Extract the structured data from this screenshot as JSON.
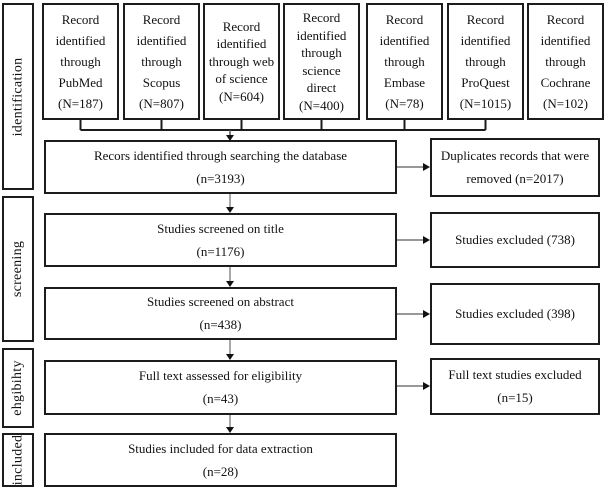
{
  "figure": {
    "sidebar": [
      {
        "label": "identification"
      },
      {
        "label": "screening"
      },
      {
        "label": "ehgibihty"
      },
      {
        "label": "included"
      }
    ],
    "sources": [
      {
        "text": "Record identified through PubMed (N=187)"
      },
      {
        "text": "Record identified through Scopus (N=807)"
      },
      {
        "text": "Record identified through web of science (N=604)"
      },
      {
        "text": "Record identified through science direct (N=400)"
      },
      {
        "text": "Record identified through Embase (N=78)"
      },
      {
        "text": "Record identified through ProQuest (N=1015)"
      },
      {
        "text": "Record identified through Cochrane (N=102)"
      }
    ],
    "flow": [
      {
        "lines": [
          "Recors identified through searching the database",
          "(n=3193)"
        ]
      },
      {
        "lines": [
          "Studies screened on title",
          "(n=1176)"
        ]
      },
      {
        "lines": [
          "Studies screened on abstract",
          "(n=438)"
        ]
      },
      {
        "lines": [
          "Full text assessed for eligibility",
          "(n=43)"
        ]
      },
      {
        "lines": [
          "Studies included for data extraction",
          "(n=28)"
        ]
      }
    ],
    "exclusions": [
      {
        "lines": [
          "Duplicates records that were",
          "removed (n=2017)"
        ]
      },
      {
        "lines": [
          "Studies excluded (738)"
        ]
      },
      {
        "lines": [
          "Studies excluded (398)"
        ]
      },
      {
        "lines": [
          "Full text studies excluded",
          "(n=15)"
        ]
      }
    ],
    "colors": {
      "border": "#1c1c1c",
      "text": "#111111",
      "arrow_line": "#8a8a8a",
      "arrow_head": "#111111"
    }
  }
}
